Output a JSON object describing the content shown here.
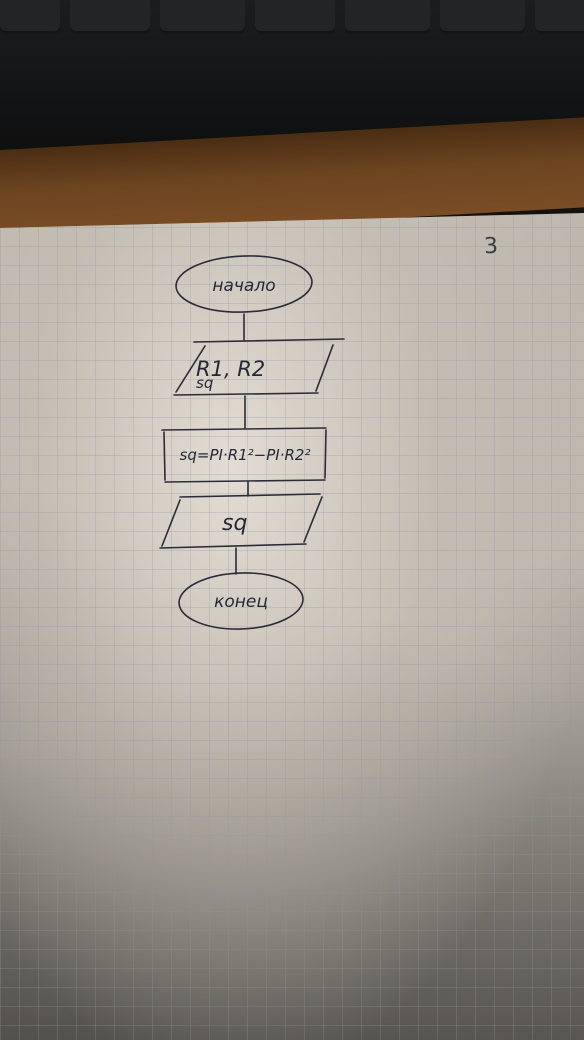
{
  "page_number": "3",
  "flowchart": {
    "start_label": "начало",
    "input_label": "R1, R2",
    "input_sublabel": "sq",
    "process_label": "sq=PI·R1²−PI·R2²",
    "output_label": "sq",
    "end_label": "конец"
  }
}
